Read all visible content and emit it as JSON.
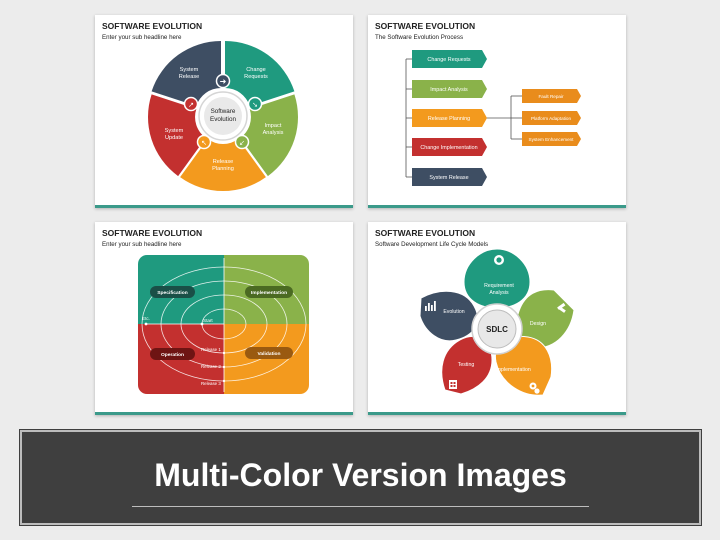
{
  "colors": {
    "teal": "#1f9a7f",
    "navy": "#3e4e63",
    "green": "#8ab24a",
    "orange": "#f39a1e",
    "red": "#c3302f",
    "accent_line": "#3b9a8a"
  },
  "slide1": {
    "title": "SOFTWARE EVOLUTION",
    "subtitle": "Enter your sub headline here",
    "center_line1": "Software",
    "center_line2": "Evolution",
    "seg_system_release_1": "System",
    "seg_system_release_2": "Release",
    "seg_change_requests_1": "Change",
    "seg_change_requests_2": "Requests",
    "seg_impact_analysis_1": "Impact",
    "seg_impact_analysis_2": "Analysis",
    "seg_release_planning_1": "Release",
    "seg_release_planning_2": "Planning",
    "seg_system_update_1": "System",
    "seg_system_update_2": "Update"
  },
  "slide2": {
    "title": "SOFTWARE EVOLUTION",
    "subtitle": "The Software Evolution Process",
    "steps": [
      "Change Requests",
      "Impact Analysis",
      "Release Planning",
      "Change Implementation",
      "System Release"
    ],
    "branches": [
      "Fault Repair",
      "Platform Adaptation",
      "System Enhancement"
    ]
  },
  "slide3": {
    "title": "SOFTWARE EVOLUTION",
    "subtitle": "Enter your sub headline here",
    "quadrants": [
      "Specification",
      "Implementation",
      "Operation",
      "Validation"
    ],
    "start": "Start",
    "etc": "Etc.",
    "releases": [
      "Release 1",
      "Release 2",
      "Release 3"
    ]
  },
  "slide4": {
    "title": "SOFTWARE EVOLUTION",
    "subtitle": "Software Development Life Cycle Models",
    "center": "SDLC",
    "petal_req_1": "Requirement",
    "petal_req_2": "Analysis",
    "petals": [
      "Design",
      "Implementation",
      "Testing",
      "Evolution"
    ]
  },
  "banner": {
    "title": "Multi-Color Version Images"
  }
}
